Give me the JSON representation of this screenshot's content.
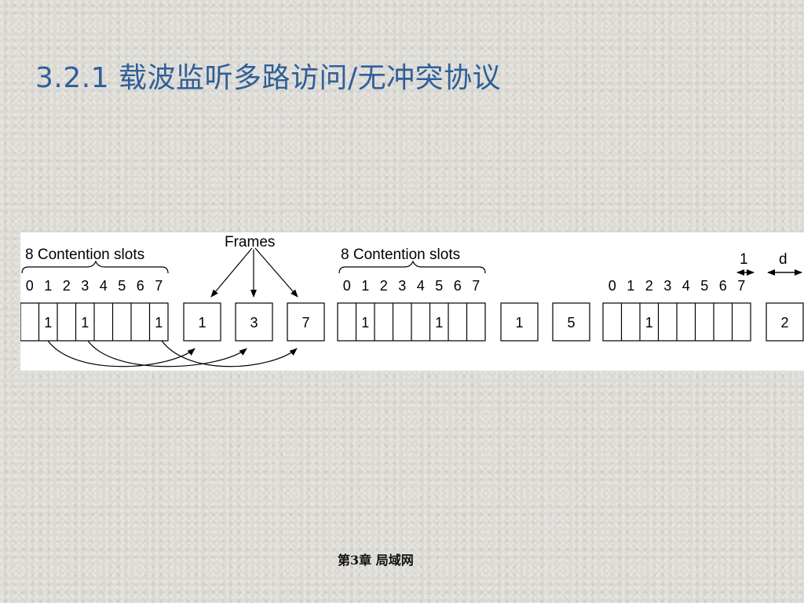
{
  "title": "3.2.1 载波监听多路访问/无冲突协议",
  "footer": "第3章 局域网",
  "diagram": {
    "group1_label": "8 Contention slots",
    "group2_label": "8 Contention slots",
    "frames_label": "Frames",
    "slot_numbers": [
      "0",
      "1",
      "2",
      "3",
      "4",
      "5",
      "6",
      "7"
    ],
    "group1_slot_values": [
      "",
      "1",
      "",
      "1",
      "",
      "",
      "",
      "1"
    ],
    "group2_slot_values": [
      "",
      "1",
      "",
      "",
      "",
      "1",
      "",
      ""
    ],
    "group3_slot_values": [
      "",
      "",
      "1",
      "",
      "",
      "",
      "",
      ""
    ],
    "frames_after_group1": [
      "1",
      "3",
      "7"
    ],
    "frames_after_group2": [
      "1",
      "5"
    ],
    "frame_after_group3": "2",
    "bit_label": "1",
    "delay_label": "d"
  }
}
